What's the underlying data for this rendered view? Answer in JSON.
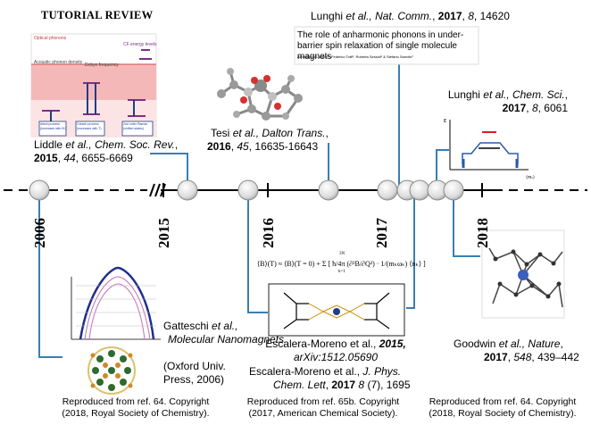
{
  "tutorial_review": {
    "header": "TUTORIAL REVIEW",
    "optical_phonons": "Optical phonons",
    "acoustic": "Acoustic phonon density",
    "debye": "Debye frequency",
    "cf_levels": "CF energy levels",
    "box1": "direct process\n(increases with Bⁿ)",
    "box2": "Orbach process\n(increases with T)",
    "box3": "2nd order Raman\n(shifted states)"
  },
  "refs": {
    "liddle": {
      "authors": "Liddle",
      "journal": "Chem. Soc. Rev.",
      "year": "2015",
      "vol": "44",
      "pages": "6655-6669"
    },
    "tesi": {
      "authors": "Tesi",
      "journal": "Dalton Trans.",
      "year": "2016",
      "vol": "45",
      "pages": "16635-16643"
    },
    "lunghi_nat": {
      "authors": "Lunghi",
      "journal": "Nat. Comm.",
      "year": "2017",
      "vol": "8",
      "pages": "14620",
      "title": "The role of anharmonic phonons in under-barrier spin relaxation of single molecule magnets",
      "author_line": "Alessandro Lunghi¹², Federico Totti¹, Roberta Sessoli¹ & Stefano Sanvito²"
    },
    "lunghi_sci": {
      "authors": "Lunghi",
      "journal": "Chem. Sci.",
      "year": "2017",
      "vol": "8",
      "pages": "6061"
    },
    "gatteschi": {
      "authors": "Gatteschi",
      "title": "Molecular Nanomagnets",
      "publisher": "(Oxford Univ.",
      "publisher2": "Press, 2006)"
    },
    "escalera1": {
      "authors": "Escalera-Moreno et al.,",
      "year": "2015,",
      "arxiv": "arXiv:1512.05690"
    },
    "escalera2": {
      "authors": "Escalera-Moreno et al.,",
      "journal": "J. Phys.",
      "journal2": "Chem. Lett",
      "year": "2017",
      "vol": "8",
      "issue": "(7),",
      "pages": "1695"
    },
    "goodwin": {
      "authors": "Goodwin",
      "journal": "Nature",
      "year": "2017",
      "vol": "548",
      "pages": "439–442"
    }
  },
  "common": {
    "et_al": "et al.,",
    "comma": ",",
    "comma_space": ", "
  },
  "years": [
    "2006",
    "2015",
    "2016",
    "2017",
    "2018"
  ],
  "formula": "⟨B⟩(T) ≈ ⟨B⟩(T = 0) + Σ [ ħ/4π (∂²B/∂Q²) · 1/(mₖωₖ) ⟨nₖ⟩ ]",
  "formula_sum": "3N",
  "formula_k": "k=1",
  "copyright": [
    {
      "line1": "Reproduced from ref. 64. Copyright",
      "line2": "(2018, Royal Society of Chemistry)."
    },
    {
      "line1": "Reproduced from ref. 65b. Copyright",
      "line2": "(2017, American Chemical Society)."
    },
    {
      "line1": "Reproduced from ref. 64. Copyright",
      "line2": "(2018, Royal Society of Chemistry)."
    }
  ],
  "plot_labels": {
    "e": "ε",
    "ms": "⟨mₛ⟩"
  },
  "colors": {
    "timeline": "#000000",
    "connector": "#3a7fb0",
    "pink_top": "#f7c2c2",
    "pink_bottom": "#fde9e9",
    "purple": "#7b2f86",
    "dark_blue": "#1f3d8a"
  }
}
